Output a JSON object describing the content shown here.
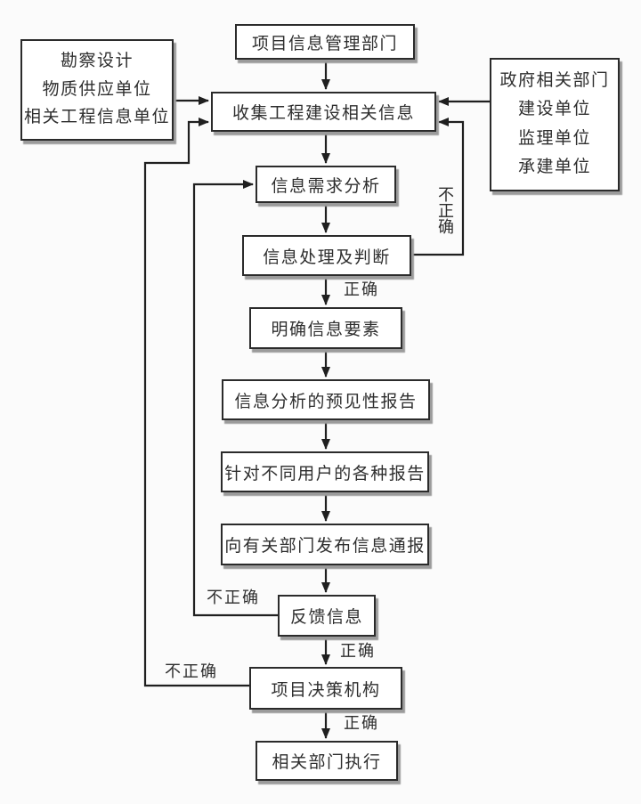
{
  "diagram": {
    "type": "flowchart",
    "colors": {
      "background": "#fbfbfb",
      "line": "#1f1f1f",
      "box_border": "#2b2b2b",
      "box_fill": "#ffffff",
      "box_shadow": "#9b9b9b",
      "text": "#2e2e2e"
    },
    "nodes": {
      "info_dept": {
        "label": "项目信息管理部门"
      },
      "sources_left": {
        "lines": [
          "勘察设计",
          "物质供应单位",
          "相关工程信息单位"
        ]
      },
      "sources_right": {
        "lines": [
          "政府相关部门",
          "建设单位",
          "监理单位",
          "承建单位"
        ]
      },
      "collect": {
        "label": "收集工程建设相关信息"
      },
      "demand_analysis": {
        "label": "信息需求分析"
      },
      "processing": {
        "label": "信息处理及判断"
      },
      "clarify": {
        "label": "明确信息要素"
      },
      "predictive_report": {
        "label": "信息分析的预见性报告"
      },
      "user_reports": {
        "label": "针对不同用户的各种报告"
      },
      "bulletin": {
        "label": "向有关部门发布信息通报"
      },
      "feedback": {
        "label": "反馈信息"
      },
      "decision": {
        "label": "项目决策机构"
      },
      "execute": {
        "label": "相关部门执行"
      }
    },
    "edge_labels": {
      "correct": "正确",
      "incorrect": "不正确"
    },
    "edges": [
      {
        "from": "info_dept",
        "to": "collect",
        "label": ""
      },
      {
        "from": "sources_left",
        "to": "collect",
        "label": ""
      },
      {
        "from": "sources_right",
        "to": "collect",
        "label": ""
      },
      {
        "from": "collect",
        "to": "demand_analysis",
        "label": ""
      },
      {
        "from": "demand_analysis",
        "to": "processing",
        "label": ""
      },
      {
        "from": "processing",
        "to": "clarify",
        "label": "正确"
      },
      {
        "from": "processing",
        "to": "collect",
        "label": "不正确"
      },
      {
        "from": "clarify",
        "to": "predictive_report",
        "label": ""
      },
      {
        "from": "predictive_report",
        "to": "user_reports",
        "label": ""
      },
      {
        "from": "user_reports",
        "to": "bulletin",
        "label": ""
      },
      {
        "from": "bulletin",
        "to": "feedback",
        "label": ""
      },
      {
        "from": "feedback",
        "to": "decision",
        "label": "正确"
      },
      {
        "from": "feedback",
        "to": "demand_analysis",
        "label": "不正确"
      },
      {
        "from": "decision",
        "to": "execute",
        "label": "正确"
      },
      {
        "from": "decision",
        "to": "collect",
        "label": "不正确"
      }
    ]
  }
}
